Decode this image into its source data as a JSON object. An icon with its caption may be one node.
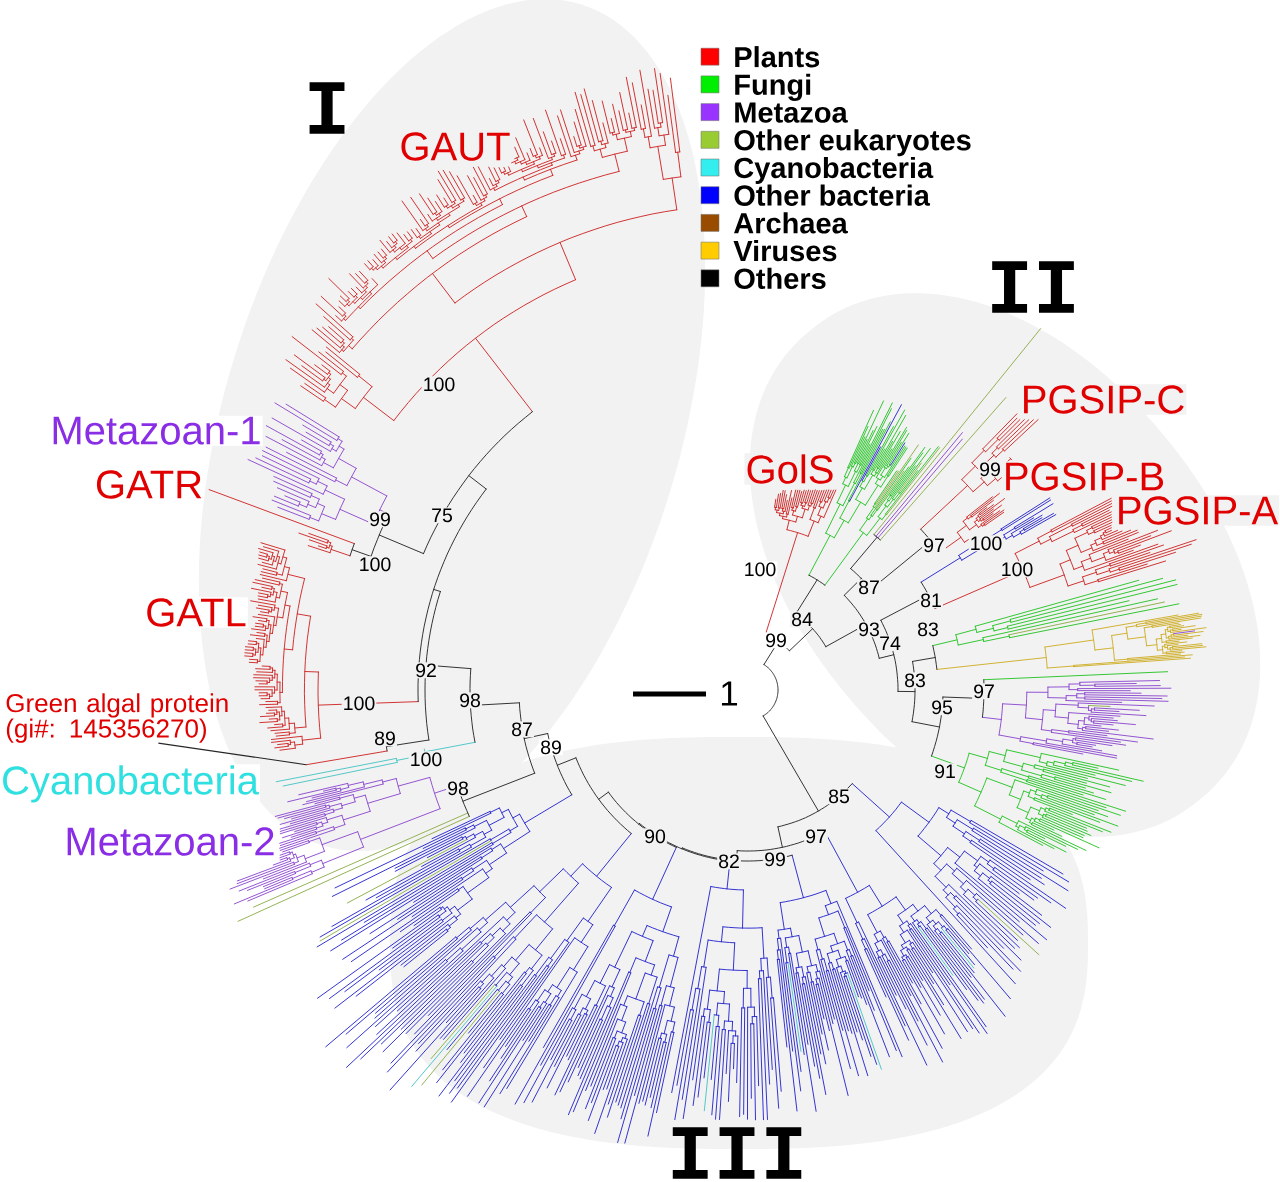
{
  "diagram": {
    "nodes": [
      {
        "text": [
          "I"
        ]
      },
      {
        "text": [
          "II"
        ]
      },
      {
        "text": [
          "Green algal protein (gi#: 145356270)"
        ]
      },
      {
        "text": [
          "III"
        ]
      },
      {
        "text": [],
        "shape": "line",
        "in": 0
      }
    ],
    "edges": [
      {
        "from": 2,
        "to": 4,
        "arrow": "none"
      }
    ],
    "labels": [
      "GAUT",
      "100",
      "PGSIP-C",
      "Metazoan-1",
      "GATR",
      "GolS",
      "99",
      "PGSIP-B",
      "99",
      "75",
      "PGSIP-A",
      "97",
      "100",
      "100",
      "100",
      "100",
      "GATL",
      "87",
      "81",
      "84",
      "99",
      "93",
      "74",
      "83",
      "92",
      "100",
      "98",
      "1",
      "83",
      "95",
      "97",
      "89",
      "87",
      "100",
      "89",
      "Cyanobacteria",
      "91",
      "98",
      "85",
      "Metazoan-2",
      "90",
      "97",
      "82",
      "99"
    ],
    "legend": [
      {
        "text": "Plants",
        "color": "#ff0000"
      },
      {
        "text": "Fungi",
        "color": "#00ee00"
      },
      {
        "text": "Metazoa",
        "color": "#9933ff"
      },
      {
        "text": "Other eukaryotes",
        "color": "#99cc33"
      },
      {
        "text": "Cyanobacteria",
        "color": "#33eeee"
      },
      {
        "text": "Other bacteria",
        "color": "#0000ff"
      },
      {
        "text": "Archaea",
        "color": "#994c00"
      },
      {
        "text": "Viruses",
        "color": "#ffcc00"
      },
      {
        "text": "Others",
        "color": "#000000"
      }
    ]
  }
}
